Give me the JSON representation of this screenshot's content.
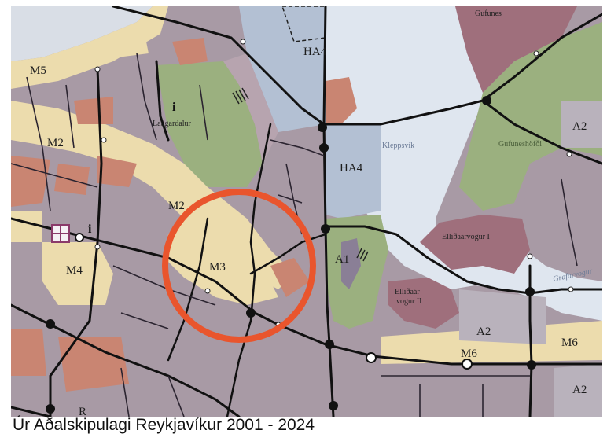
{
  "caption": "Úr Aðalskipulagi Reykjavíkur 2001 - 2024",
  "map": {
    "zone_labels": {
      "m5": "M5",
      "m2_west": "M2",
      "m2_center": "M2",
      "m3": "M3",
      "m4": "M4",
      "m6_south": "M6",
      "m6_east": "M6",
      "ha4_north": "HA4",
      "ha4_mid": "HA4",
      "a1": "A1",
      "a2_ne": "A2",
      "a2_mid": "A2",
      "a2_se": "A2",
      "r": "R"
    },
    "place_labels": {
      "laugardalur": "Laugardalur",
      "kleppsvik": "Kleppsvík",
      "gufuneshofdi": "Gufuneshöfði",
      "gufunes": "Gufunes",
      "ellidaarvogur_1": "Elliðaárvogur I",
      "ellidaarvogur_2_line1": "Elliðaár-",
      "ellidaarvogur_2_line2": "vogur II",
      "grafarvogur": "Grafarvogur"
    },
    "info_symbols": {
      "laugardalur_info": "i",
      "west_info": "i"
    },
    "colors": {
      "residential": "#a89aa5",
      "park": "#9bb07f",
      "mixed": "#ecdcad",
      "industry": "#c98572",
      "harbor": "#b3c0d3",
      "water": "#dfe6ef",
      "highlight_circle": "#e9552d"
    }
  }
}
